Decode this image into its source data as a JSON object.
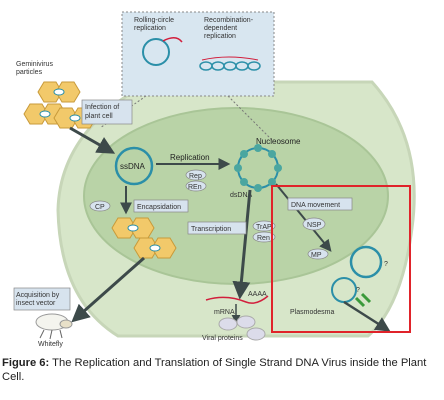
{
  "figure": {
    "labels": {
      "geminivirus": [
        "Geminivirus",
        "particles"
      ],
      "infection": [
        "Infection of",
        "plant cell"
      ],
      "rolling_circle": [
        "Rolling-circle",
        "replication"
      ],
      "recombination": [
        "Recombination-",
        "dependent",
        "replication"
      ],
      "nucleosome": "Nucleosome",
      "ssdna": "ssDNA",
      "replication": "Replication",
      "rep": "Rep",
      "ren": "REn",
      "dsdna": "dsDNA",
      "cp": "CP",
      "encapsidation": "Encapsidation",
      "transcription": "Transcription",
      "trap": "TrAP",
      "ren2": "Ren",
      "dna_movement": "DNA movement",
      "nsp": "NSP",
      "mp": "MP",
      "question1": "?",
      "question2": "?",
      "acquisition": [
        "Acquisition by",
        "insect vector"
      ],
      "whitefly": "Whitefly",
      "mrna": "mRNA",
      "aaaa": "AAAA",
      "viral_proteins": "Viral proteins",
      "plasmodesma": "Plasmodesma"
    },
    "colors": {
      "cell_fill": "#d7e6c9",
      "nucleus_fill": "#b9d3a7",
      "inset_fill": "#d8e6f0",
      "label_box_fill": "#d7e3ee",
      "virus_hexagon": "#f2c96a",
      "highlight_box": "#e0232a",
      "arrow": "#3d4a4a",
      "dna_circle": "#2b8fa8",
      "bead": "#4aa6a0"
    }
  },
  "caption": {
    "label": "Figure 6:",
    "text": " The Replication and Translation of Single Strand DNA Virus inside the Plant Cell."
  }
}
